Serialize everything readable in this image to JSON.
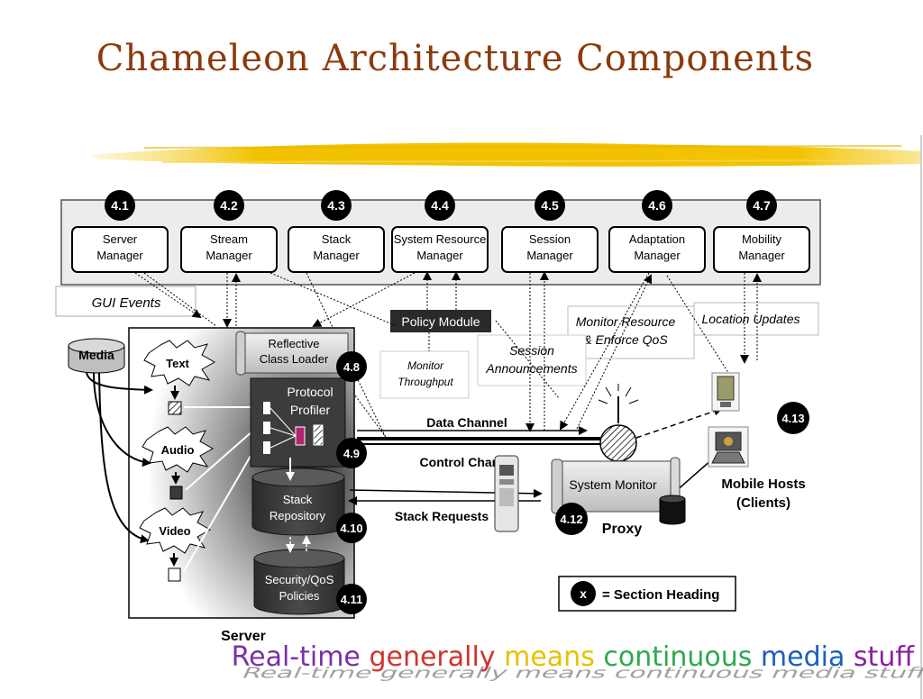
{
  "slide": {
    "title": "Chameleon Architecture Components",
    "footer_words": [
      {
        "text": "Real-time",
        "color": "#7b2fa8"
      },
      {
        "text": "generally",
        "color": "#d0342c"
      },
      {
        "text": "means",
        "color": "#e6c200"
      },
      {
        "text": "continuous",
        "color": "#2fa84f"
      },
      {
        "text": "media",
        "color": "#1b5fbf"
      },
      {
        "text": "stuff",
        "color": "#8b1fa0"
      }
    ],
    "accent_color": "#8b3a0a",
    "highlight_color": "#f2c200"
  },
  "managers": [
    {
      "number": "4.1",
      "line1": "Server",
      "line2": "Manager"
    },
    {
      "number": "4.2",
      "line1": "Stream",
      "line2": "Manager"
    },
    {
      "number": "4.3",
      "line1": "Stack",
      "line2": "Manager"
    },
    {
      "number": "4.4",
      "line1": "System Resource",
      "line2": "Manager"
    },
    {
      "number": "4.5",
      "line1": "Session",
      "line2": "Manager"
    },
    {
      "number": "4.6",
      "line1": "Adaptation",
      "line2": "Manager"
    },
    {
      "number": "4.7",
      "line1": "Mobility",
      "line2": "Manager"
    }
  ],
  "labels": {
    "gui_events": "GUI Events",
    "policy_module": "Policy Module",
    "monitor_resource_1": "Monitor Resource",
    "monitor_resource_2": "& Enforce QoS",
    "location_updates": "Location Updates",
    "session_ann_1": "Session",
    "session_ann_2": "Announcements",
    "monitor_throughput_1": "Monitor",
    "monitor_throughput_2": "Throughput",
    "media": "Media",
    "text": "Text",
    "audio": "Audio",
    "video": "Video",
    "reflective_1": "Reflective",
    "reflective_2": "Class Loader",
    "protocol_1": "Protocol",
    "protocol_2": "Profiler",
    "stack_repo_1": "Stack",
    "stack_repo_2": "Repository",
    "security_1": "Security/QoS",
    "security_2": "Policies",
    "server": "Server",
    "data_channel": "Data Channel",
    "control_channel": "Control Channel",
    "stack_requests": "Stack Requests",
    "system_monitor": "System Monitor",
    "proxy": "Proxy",
    "mobile_hosts_1": "Mobile Hosts",
    "mobile_hosts_2": "(Clients)",
    "legend_x": "x",
    "legend_text": "= Section Heading"
  },
  "section_numbers": {
    "reflective": "4.8",
    "protocol": "4.9",
    "stack_repo": "4.10",
    "security": "4.11",
    "proxy": "4.12",
    "mobile": "4.13"
  }
}
